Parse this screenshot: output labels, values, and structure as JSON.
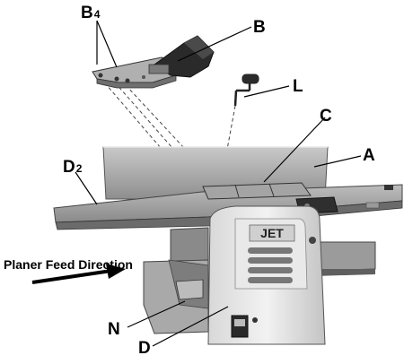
{
  "labels": {
    "b4_main": "B",
    "b4_sub": "4",
    "b": "B",
    "l": "L",
    "c": "C",
    "a": "A",
    "d2_main": "D",
    "d2_sub": "2",
    "n": "N",
    "d": "D",
    "feed_direction": "Planer Feed Direction",
    "brand": "JET"
  }
}
